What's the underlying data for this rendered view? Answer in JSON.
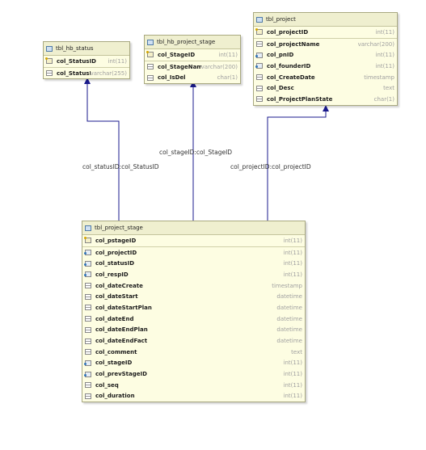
{
  "relations": [
    {
      "label": "col_statusID:col_StatusID"
    },
    {
      "label": "col_stageID:col_StageID"
    },
    {
      "label": "col_projectID:col_projectID"
    }
  ],
  "tables": {
    "status": {
      "title": "tbl_hb_status",
      "rows": [
        {
          "name": "col_StatusID",
          "type": "int(11)",
          "icon": "pk"
        },
        {
          "name": "col_StatusName",
          "type": "varchar(255)",
          "icon": "col"
        }
      ]
    },
    "stage": {
      "title": "tbl_hb_project_stage",
      "rows": [
        {
          "name": "col_StageID",
          "type": "int(11)",
          "icon": "pk"
        },
        {
          "name": "col_StageName",
          "type": "varchar(200)",
          "icon": "col"
        },
        {
          "name": "col_IsDel",
          "type": "char(1)",
          "icon": "col"
        }
      ]
    },
    "project": {
      "title": "tbl_project",
      "rows": [
        {
          "name": "col_projectID",
          "type": "int(11)",
          "icon": "pk"
        },
        {
          "name": "col_projectName",
          "type": "varchar(200)",
          "icon": "col"
        },
        {
          "name": "col_pnID",
          "type": "int(11)",
          "icon": "fk"
        },
        {
          "name": "col_founderID",
          "type": "int(11)",
          "icon": "fk"
        },
        {
          "name": "col_CreateDate",
          "type": "timestamp",
          "icon": "col"
        },
        {
          "name": "col_Desc",
          "type": "text",
          "icon": "col"
        },
        {
          "name": "col_ProjectPlanState",
          "type": "char(1)",
          "icon": "col"
        }
      ]
    },
    "pstage": {
      "title": "tbl_project_stage",
      "rows": [
        {
          "name": "col_pstageID",
          "type": "int(11)",
          "icon": "pk"
        },
        {
          "name": "col_projectID",
          "type": "int(11)",
          "icon": "fk"
        },
        {
          "name": "col_statusID",
          "type": "int(11)",
          "icon": "fk"
        },
        {
          "name": "col_respID",
          "type": "int(11)",
          "icon": "fk"
        },
        {
          "name": "col_dateCreate",
          "type": "timestamp",
          "icon": "col"
        },
        {
          "name": "col_dateStart",
          "type": "datetime",
          "icon": "col"
        },
        {
          "name": "col_dateStartPlan",
          "type": "datetime",
          "icon": "col"
        },
        {
          "name": "col_dateEnd",
          "type": "datetime",
          "icon": "col"
        },
        {
          "name": "col_dateEndPlan",
          "type": "datetime",
          "icon": "col"
        },
        {
          "name": "col_dateEndFact",
          "type": "datetime",
          "icon": "col"
        },
        {
          "name": "col_comment",
          "type": "text",
          "icon": "col"
        },
        {
          "name": "col_stageID",
          "type": "int(11)",
          "icon": "fk"
        },
        {
          "name": "col_prevStageID",
          "type": "int(11)",
          "icon": "fk"
        },
        {
          "name": "col_seq",
          "type": "int(11)",
          "icon": "col"
        },
        {
          "name": "col_duration",
          "type": "int(11)",
          "icon": "col"
        }
      ]
    }
  }
}
